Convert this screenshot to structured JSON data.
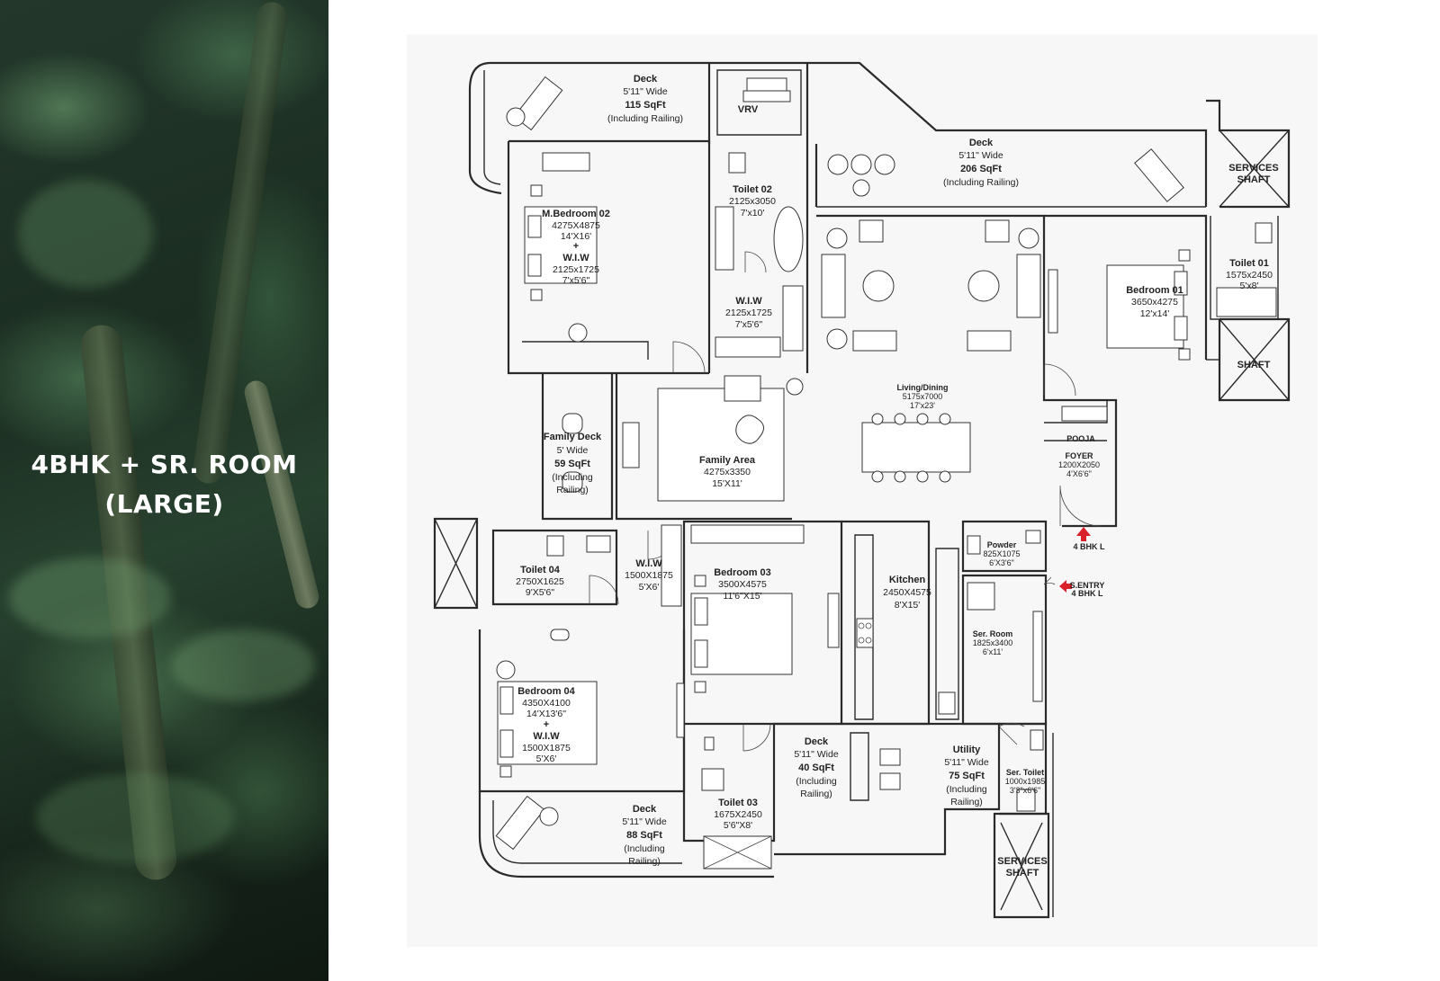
{
  "left_panel": {
    "title_line1": "4BHK + SR. ROOM",
    "title_line2": "(LARGE)"
  },
  "colors": {
    "entry_marker": "#d8212a",
    "plan_background": "#f7f7f7",
    "title_text": "#ffffff"
  },
  "rooms": {
    "deck_top_left": {
      "name": "Deck",
      "width": "5'11\" Wide",
      "area": "115 SqFt",
      "note": "(Including Railing)"
    },
    "vrv": {
      "name": "VRV"
    },
    "deck_top_right": {
      "name": "Deck",
      "width": "5'11\" Wide",
      "area": "206 SqFt",
      "note": "(Including Railing)"
    },
    "services_shaft_top": {
      "line1": "SERVICES",
      "line2": "SHAFT"
    },
    "shaft": {
      "name": "SHAFT"
    },
    "m_bedroom_02": {
      "name": "M.Bedroom 02",
      "mm": "4275X4875",
      "ft": "14'X16'",
      "plus": "+",
      "wiw": "W.I.W",
      "wiw_mm": "2125x1725",
      "wiw_ft": "7'x5'6\""
    },
    "toilet_02": {
      "name": "Toilet  02",
      "mm": "2125x3050",
      "ft": "7'x10'"
    },
    "wiw_upper": {
      "name": "W.I.W",
      "mm": "2125x1725",
      "ft": "7'x5'6\""
    },
    "toilet_01": {
      "name": "Toilet 01",
      "mm": "1575x2450",
      "ft": "5'x8'"
    },
    "bedroom_01": {
      "name": "Bedroom 01",
      "mm": "3650x4275",
      "ft": "12'x14'"
    },
    "living_dining": {
      "name": "Living/Dining",
      "mm": "5175x7000",
      "ft": "17'x23'"
    },
    "pooja": {
      "name": "POOJA"
    },
    "foyer": {
      "name": "FOYER",
      "mm": "1200X2050",
      "ft": "4'X6'6\""
    },
    "entry_main": {
      "label": "4 BHK L"
    },
    "entry_service": {
      "line1": "S.ENTRY",
      "line2": "4 BHK L"
    },
    "family_deck": {
      "name": "Family Deck",
      "width": "5' Wide",
      "area": "59 SqFt",
      "note1": "(Including",
      "note2": "Railing)"
    },
    "family_area": {
      "name": "Family Area",
      "mm": "4275x3350",
      "ft": "15'X11'"
    },
    "toilet_04": {
      "name": "Toilet  04",
      "mm": "2750X1625",
      "ft": "9'X5'6\""
    },
    "wiw_mid": {
      "name": "W.I.W",
      "mm": "1500X1875",
      "ft": "5'X6'"
    },
    "bedroom_03": {
      "name": "Bedroom 03",
      "mm": "3500X4575",
      "ft": "11'6\"X15'"
    },
    "kitchen": {
      "name": "Kitchen",
      "mm": "2450X4575",
      "ft": "8'X15'"
    },
    "powder": {
      "name": "Powder",
      "mm": "825X1075",
      "ft": "6'X3'6\""
    },
    "ser_room": {
      "name": "Ser. Room",
      "mm": "1825x3400",
      "ft": "6'x11'"
    },
    "bedroom_04": {
      "name": "Bedroom 04",
      "mm": "4350X4100",
      "ft": "14'X13'6\"",
      "plus": "+",
      "wiw": "W.I.W",
      "wiw_mm": "1500X1875",
      "wiw_ft": "5'X6'"
    },
    "deck_mid": {
      "name": "Deck",
      "width": "5'11\" Wide",
      "area": "40 SqFt",
      "note1": "(Including",
      "note2": "Railing)"
    },
    "utility": {
      "name": "Utility",
      "width": "5'11\" Wide",
      "area": "75 SqFt",
      "note1": "(Including",
      "note2": "Railing)"
    },
    "ser_toilet": {
      "name": "Ser. Toilet",
      "mm": "1000x1985",
      "ft": "3'3\"x6'6\""
    },
    "toilet_03": {
      "name": "Toilet  03",
      "mm": "1675X2450",
      "ft": "5'6\"X8'"
    },
    "deck_bottom": {
      "name": "Deck",
      "width": "5'11\" Wide",
      "area": "88 SqFt",
      "note1": "(Including",
      "note2": "Railing)"
    },
    "services_shaft_bottom": {
      "line1": "SERVICES",
      "line2": "SHAFT"
    }
  }
}
